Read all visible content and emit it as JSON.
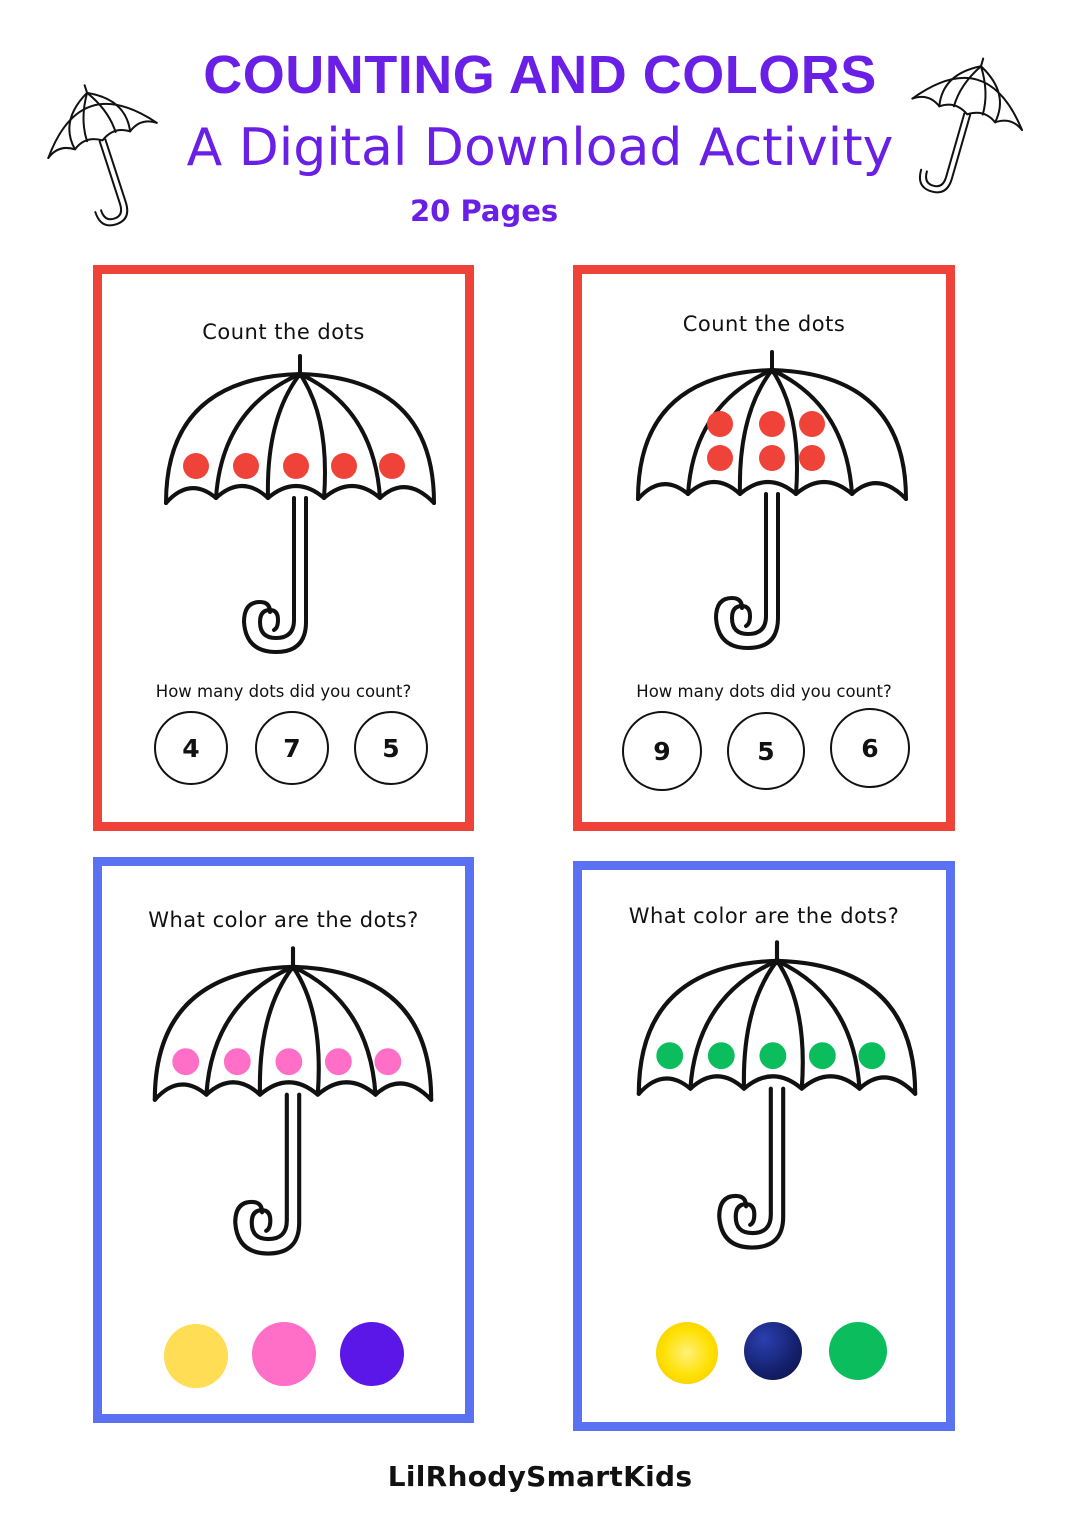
{
  "header": {
    "title": "COUNTING AND COLORS",
    "subtitle": "A Digital Download Activity",
    "pages": "20 Pages"
  },
  "cards": [
    {
      "id": "count-1",
      "border_color": "#ef4238",
      "prompt": "Count the dots",
      "question": "How many dots did you count?",
      "dot_color": "#ef4238",
      "dot_count": 5,
      "choices": [
        "4",
        "7",
        "5"
      ]
    },
    {
      "id": "count-2",
      "border_color": "#ef4238",
      "prompt": "Count the dots",
      "question": "How many dots did you count?",
      "dot_color": "#ef4238",
      "dot_count": 6,
      "choices": [
        "9",
        "5",
        "6"
      ]
    },
    {
      "id": "color-1",
      "border_color": "#5a72f2",
      "prompt": "What color are the dots?",
      "dot_color": "#ff6ec7",
      "dot_count": 5,
      "swatches": [
        "#ffdd55",
        "#ff6ec7",
        "#5a17e8"
      ]
    },
    {
      "id": "color-2",
      "border_color": "#5a72f2",
      "prompt": "What color are the dots?",
      "dot_color": "#0cbd5e",
      "dot_count": 5,
      "swatches": [
        "#ffe000",
        "#14206b",
        "#0cbd5e"
      ]
    }
  ],
  "decorations": [
    "umbrella-icon",
    "umbrella-icon"
  ],
  "footer": {
    "brand": "LilRhodySmartKids"
  }
}
